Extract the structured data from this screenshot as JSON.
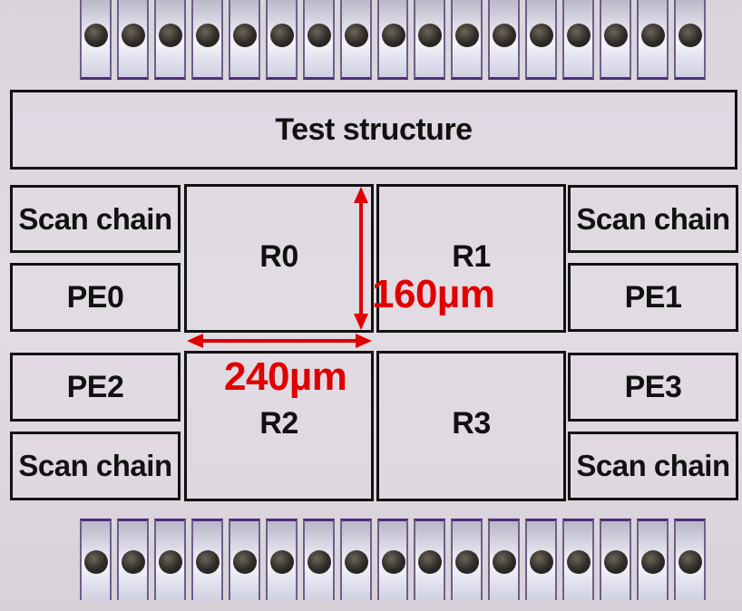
{
  "blocks": {
    "test_structure": "Test structure",
    "scan_chain_tl": "Scan chain",
    "pe0": "PE0",
    "pe2": "PE2",
    "scan_chain_bl": "Scan chain",
    "r0": "R0",
    "r1": "R1",
    "r2": "R2",
    "r3": "R3",
    "scan_chain_tr": "Scan chain",
    "pe1": "PE1",
    "pe3": "PE3",
    "scan_chain_br": "Scan chain"
  },
  "dimensions": {
    "height_label": "160µm",
    "width_label": "240µm",
    "color": "#e00000"
  },
  "pads": {
    "top_count": 17,
    "bottom_count": 17
  }
}
